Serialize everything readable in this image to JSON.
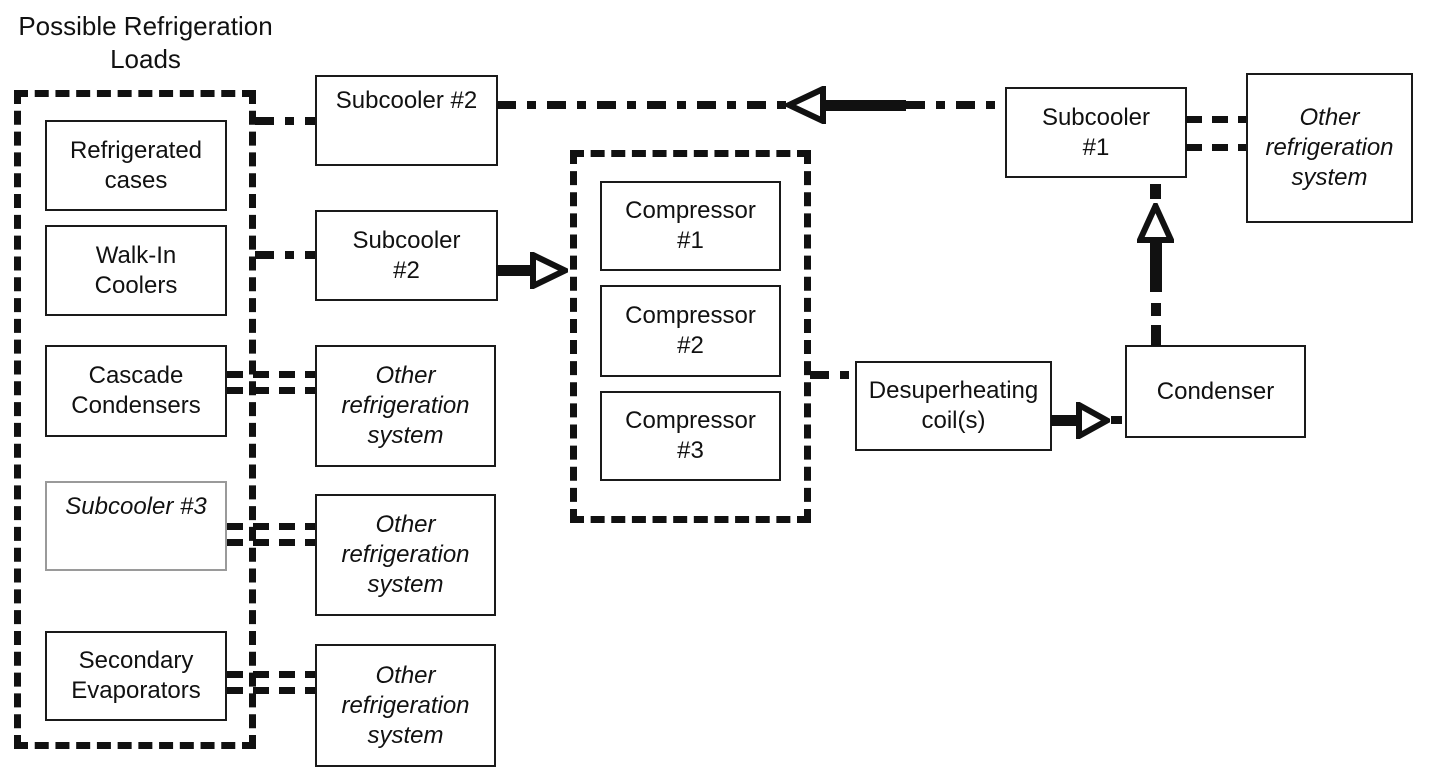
{
  "diagram": {
    "loads_group": {
      "title": "Possible Refrigeration\nLoads",
      "nodes": {
        "refrigerated_cases": "Refrigerated\ncases",
        "walk_in_coolers": "Walk-In\nCoolers",
        "cascade_condensers": "Cascade\nCondensers",
        "subcooler_3": "Subcooler #3",
        "secondary_evaporators": "Secondary\nEvaporators"
      }
    },
    "compressor_group": {
      "nodes": {
        "compressor_1": "Compressor\n#1",
        "compressor_2": "Compressor\n#2",
        "compressor_3": "Compressor\n#3"
      }
    },
    "nodes": {
      "subcooler_2_heat_reclaim": "Subcooler #2",
      "subcooler_2": "Subcooler\n#2",
      "other_refrigeration_1": "Other\nrefrigeration\nsystem",
      "other_refrigeration_2": "Other\nrefrigeration\nsystem",
      "other_refrigeration_3": "Other\nrefrigeration\nsystem",
      "desuperheating_coils": "Desuperheating\ncoil(s)",
      "condenser": "Condenser",
      "subcooler_1": "Subcooler\n#1",
      "other_refrigeration_4": "Other\nrefrigeration\nsystem"
    },
    "links": [
      {
        "from": "loads_group",
        "to": "subcooler_2_heat_reclaim",
        "style": "dash-dot",
        "arrow": false
      },
      {
        "from": "subcooler_1",
        "to": "subcooler_2_heat_reclaim",
        "style": "dash-dot-with-solid-shaft",
        "arrow": true,
        "arrow_points": "left"
      },
      {
        "from": "loads_group",
        "to": "subcooler_2",
        "style": "dash-dot",
        "arrow": false
      },
      {
        "from": "subcooler_2",
        "to": "compressor_group",
        "style": "solid",
        "arrow": true,
        "arrow_points": "right"
      },
      {
        "from": "cascade_condensers",
        "to": "other_refrigeration_1",
        "style": "double-dashed",
        "arrow": false
      },
      {
        "from": "subcooler_3",
        "to": "other_refrigeration_2",
        "style": "double-dashed",
        "arrow": false
      },
      {
        "from": "secondary_evaporators",
        "to": "other_refrigeration_3",
        "style": "double-dashed",
        "arrow": false
      },
      {
        "from": "compressor_group",
        "to": "desuperheating_coils",
        "style": "dash-dot",
        "arrow": false
      },
      {
        "from": "desuperheating_coils",
        "to": "condenser",
        "style": "solid-then-dash-dot",
        "arrow": true,
        "arrow_points": "right"
      },
      {
        "from": "condenser",
        "to": "subcooler_1",
        "style": "dash-dot-with-solid-shaft",
        "arrow": true,
        "arrow_points": "up"
      },
      {
        "from": "subcooler_1",
        "to": "other_refrigeration_4",
        "style": "double-dashed",
        "arrow": false
      }
    ],
    "colors": {
      "line": "#111111",
      "box_border": "#1a1a1a",
      "subcooler_3_border": "#9a9a9a",
      "background": "#ffffff"
    }
  }
}
